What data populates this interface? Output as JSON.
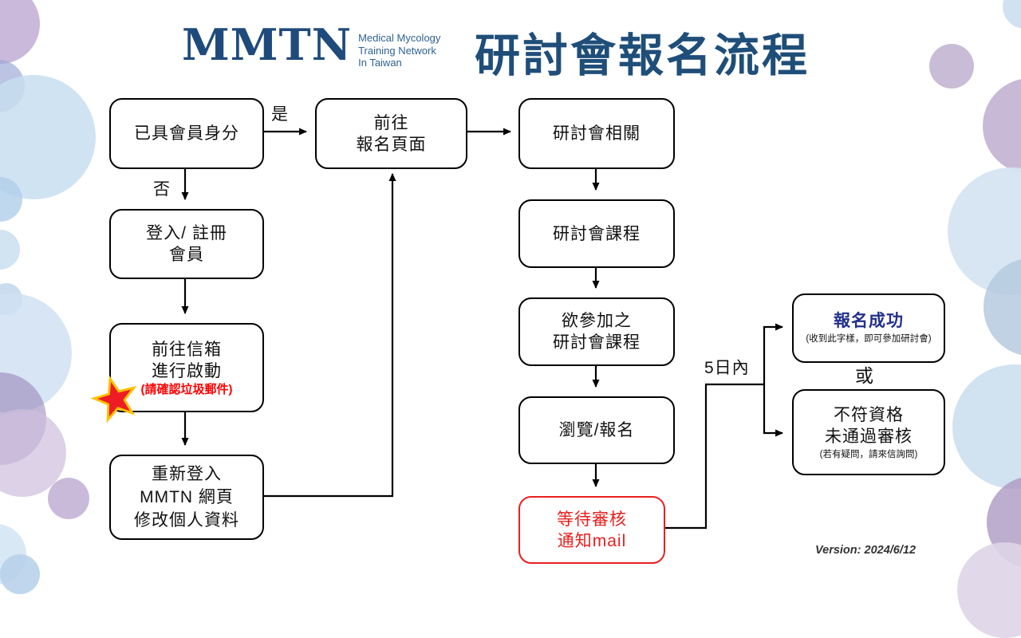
{
  "page": {
    "title": "研討會報名流程",
    "version_label": "Version: 2024/6/12"
  },
  "logo": {
    "wordmark": "MMTN",
    "subtitle_lines": [
      "Medical Mycology",
      "Training Network",
      "In Taiwan"
    ]
  },
  "colors": {
    "title_blue": "#1f4e79",
    "logo_blue": "#1f4a7c",
    "box_border": "#000000",
    "alert_red": "#e8201e",
    "note_red": "#ff0000",
    "success_blue": "#22308c",
    "star_fill": "#ee1c25",
    "star_outline": "#ffc000"
  },
  "flowchart": {
    "nodes": [
      {
        "id": "member-status",
        "lines": [
          "已具會員身分"
        ]
      },
      {
        "id": "goto-registration",
        "lines": [
          "前往",
          "報名頁面"
        ]
      },
      {
        "id": "seminar-related",
        "lines": [
          "研討會相關"
        ]
      },
      {
        "id": "login-register",
        "lines": [
          "登入/ 註冊",
          "會員"
        ]
      },
      {
        "id": "activate-mailbox",
        "lines": [
          "前往信箱",
          "進行啟動"
        ],
        "note": "(請確認垃圾郵件)"
      },
      {
        "id": "relogin-update",
        "lines": [
          "重新登入",
          "MMTN 網頁",
          "修改個人資料"
        ]
      },
      {
        "id": "seminar-courses",
        "lines": [
          "研討會課程"
        ]
      },
      {
        "id": "desired-courses",
        "lines": [
          "欲參加之",
          "研討會課程"
        ]
      },
      {
        "id": "browse-register",
        "lines": [
          "瀏覽/報名"
        ]
      },
      {
        "id": "wait-review",
        "lines": [
          "等待審核",
          "通知mail"
        ]
      },
      {
        "id": "register-success",
        "title": "報名成功",
        "note": "(收到此字樣，即可參加研討會)"
      },
      {
        "id": "review-rejected",
        "lines": [
          "不符資格",
          "未通過審核"
        ],
        "note": "(若有疑問，請來信詢問)"
      }
    ],
    "labels": {
      "yes": "是",
      "no": "否",
      "within_days": "5日內",
      "or": "或"
    }
  }
}
